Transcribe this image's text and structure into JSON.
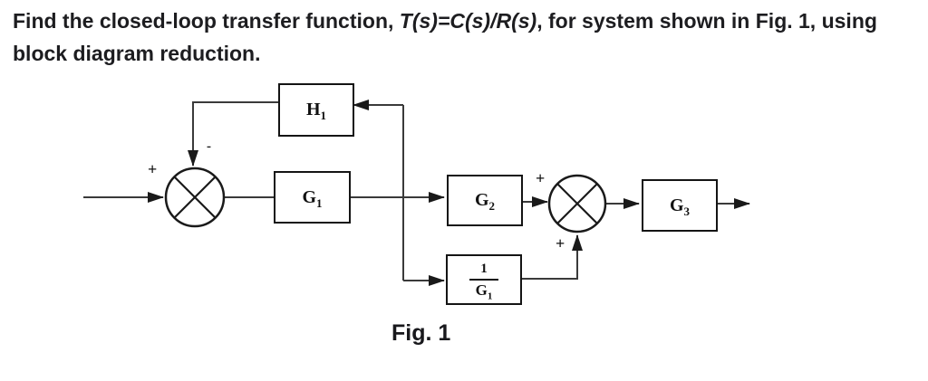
{
  "problem": {
    "line1_prefix": "Find the closed-loop transfer function, ",
    "transfer_function": "T(s)=C(s)/R(s)",
    "line1_suffix": ", for system shown in Fig. 1, using",
    "line2": "block diagram reduction."
  },
  "diagram": {
    "blocks": {
      "h1": {
        "base": "H",
        "sub": "1"
      },
      "g1": {
        "base": "G",
        "sub": "1"
      },
      "g2": {
        "base": "G",
        "sub": "2"
      },
      "g3": {
        "base": "G",
        "sub": "3"
      },
      "inv_g1": {
        "numerator": "1",
        "den_base": "G",
        "den_sub": "1"
      }
    },
    "sum_junction_1": {
      "input_sign": "+",
      "feedback_sign": "-"
    },
    "sum_junction_2": {
      "left_sign": "+",
      "bottom_sign": "+"
    }
  },
  "figure": {
    "caption": "Fig. 1"
  },
  "colors": {
    "line": "#3a3a3a",
    "box_border": "#141414",
    "text": "#1d1d20",
    "background": "#ffffff"
  }
}
